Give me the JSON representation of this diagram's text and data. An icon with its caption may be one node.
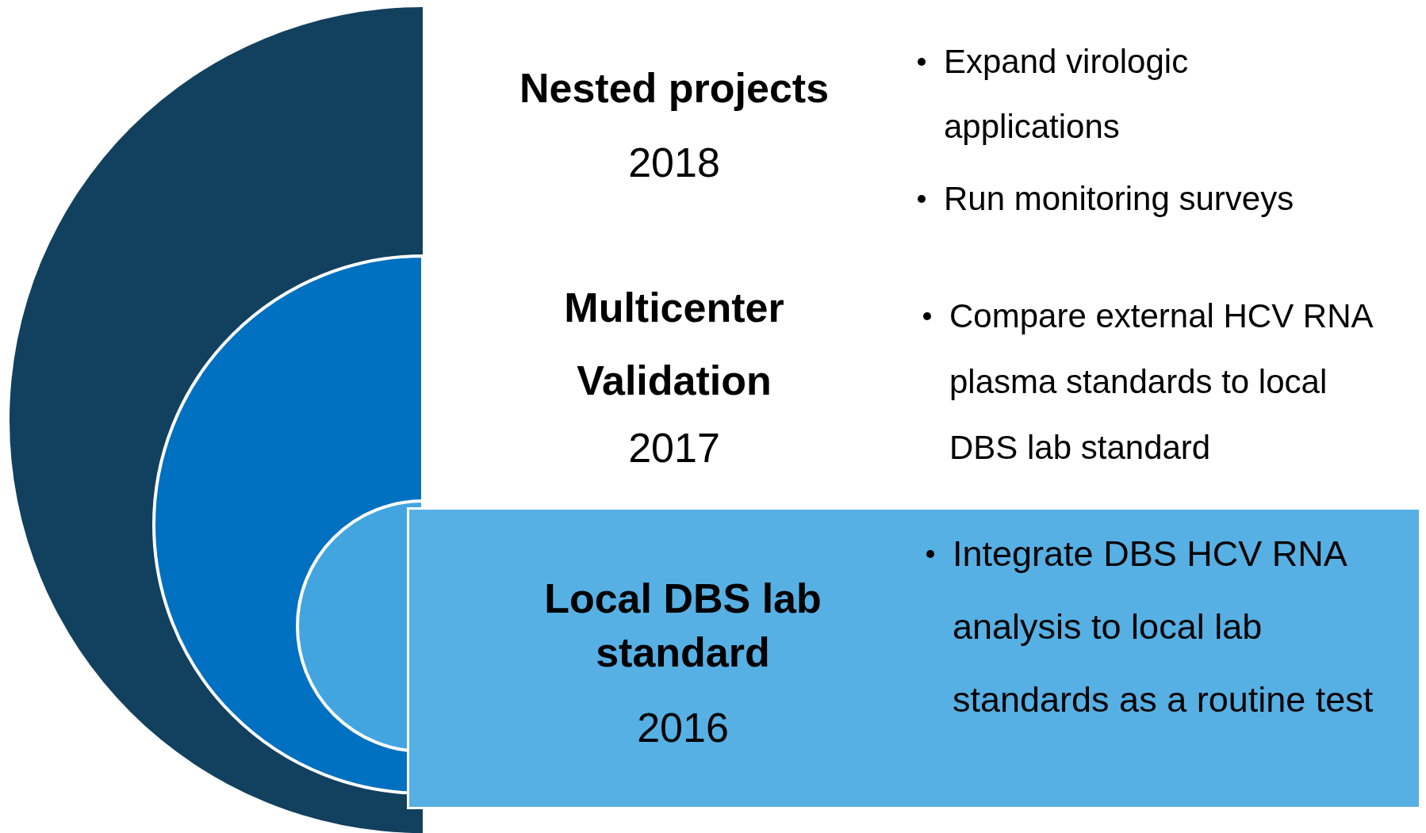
{
  "diagram": {
    "nodes": [
      {
        "text": [],
        "shape": "semicircle"
      },
      {
        "text": [],
        "shape": "semicircle",
        "in": 0
      },
      {
        "text": [],
        "shape": "semicircle",
        "in": 1
      },
      {
        "text": [
          "Local DBS lab standard",
          "2016",
          "Integrate DBS HCV RNA analysis to local lab standards as a routine test"
        ]
      }
    ],
    "labels": [
      "Nested projects",
      "2018",
      "Expand virologic applications",
      "Run monitoring surveys",
      "Multicenter Validation",
      "2017",
      "Compare external HCV RNA plasma standards to local DBS lab standard"
    ]
  }
}
